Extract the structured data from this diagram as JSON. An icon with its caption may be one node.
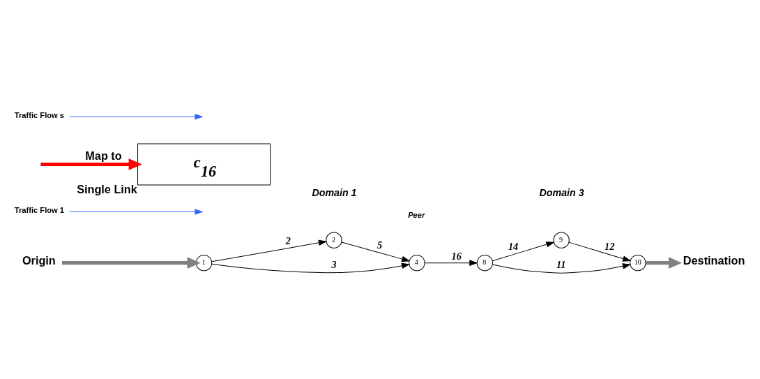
{
  "diagram": {
    "nodes": [
      {
        "text": [
          "Origin"
        ]
      },
      {
        "text": [
          "1"
        ]
      },
      {
        "text": [
          "2"
        ]
      },
      {
        "text": [
          "4"
        ]
      },
      {
        "text": [
          "8"
        ]
      },
      {
        "text": [
          "9"
        ]
      },
      {
        "text": [
          "10"
        ]
      },
      {
        "text": [
          "Destination"
        ]
      },
      {
        "text": [
          "Traffic Flow 1"
        ]
      },
      {
        "text": [
          "c$_{16}$"
        ],
        "beside": [
          "Single Link"
        ]
      },
      {
        "text": [
          "Traffic Flow s"
        ]
      }
    ],
    "edges": [
      {
        "from": 0,
        "to": 1,
        "arrow": "to",
        "style": "thick",
        "color": "#808080"
      },
      {
        "from": 1,
        "to": 2,
        "arrow": "to",
        "label": "2"
      },
      {
        "from": 2,
        "to": 3,
        "arrow": "to",
        "label": "5"
      },
      {
        "from": 1,
        "to": 3,
        "arrow": "to",
        "label": "3"
      },
      {
        "from": 3,
        "to": 4,
        "arrow": "to",
        "label": "16"
      },
      {
        "from": 4,
        "to": 5,
        "arrow": "to",
        "label": "14"
      },
      {
        "from": 5,
        "to": 6,
        "arrow": "to",
        "label": "12"
      },
      {
        "from": 4,
        "to": 6,
        "arrow": "to",
        "label": "11"
      },
      {
        "from": 6,
        "to": 7,
        "arrow": "to",
        "style": "thick",
        "color": "#808080"
      },
      {
        "from": null,
        "to": 9,
        "arrow": "to",
        "label": "Map to",
        "style": "thick",
        "color": "#ff0000"
      },
      {
        "from": 8,
        "to": null,
        "arrow": "to",
        "color": "#3366ff"
      },
      {
        "from": 10,
        "to": null,
        "arrow": "to",
        "color": "#3366ff"
      }
    ],
    "labels": [
      "Domain 1",
      "Domain 3",
      "Peer"
    ]
  }
}
